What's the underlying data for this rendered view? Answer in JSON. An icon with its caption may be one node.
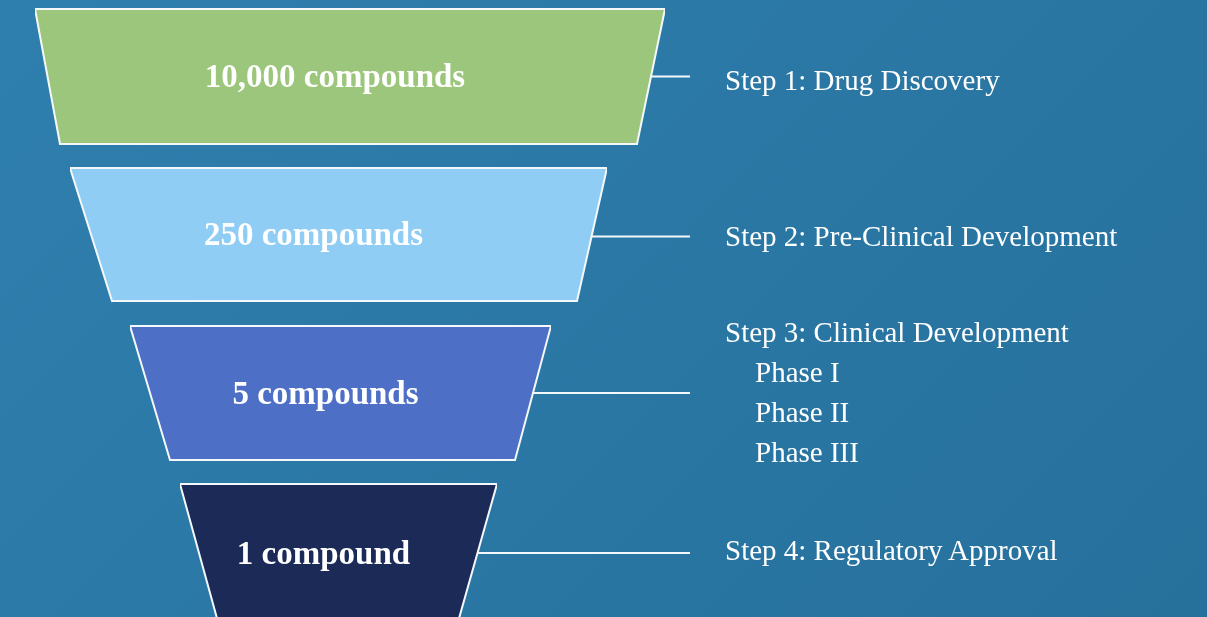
{
  "diagram": {
    "nodes": [
      {
        "text": [
          "10,000 compounds"
        ]
      },
      {
        "text": [
          "250 compounds"
        ]
      },
      {
        "text": [
          "5 compounds"
        ]
      },
      {
        "text": [
          "1 compound"
        ]
      },
      {
        "text": [
          "Step 1: Drug Discovery"
        ]
      },
      {
        "text": [
          "Step 2: Pre-Clinical Development"
        ]
      },
      {
        "text": [
          "Step 3: Clinical Development",
          "Phase I",
          "Phase II",
          "Phase III"
        ]
      },
      {
        "text": [
          "Step 4: Regulatory Approval"
        ]
      }
    ],
    "edges": [
      {
        "from": 0,
        "to": 4,
        "arrow": "none"
      },
      {
        "from": 1,
        "to": 5,
        "arrow": "none"
      },
      {
        "from": 2,
        "to": 6,
        "arrow": "none"
      },
      {
        "from": 3,
        "to": 7,
        "arrow": "none"
      }
    ]
  }
}
